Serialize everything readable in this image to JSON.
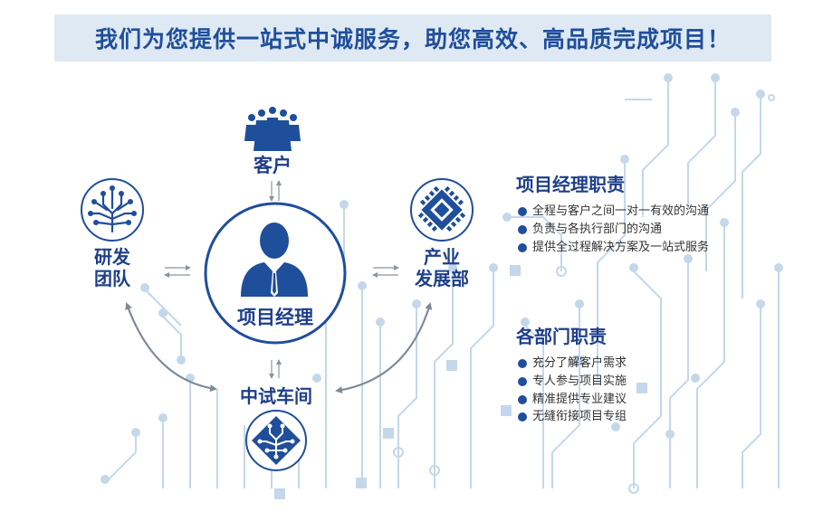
{
  "banner": {
    "title": "我们为您提供一站式中诚服务，助您高效、高品质完成项目！"
  },
  "diagram": {
    "customer_label": "客户",
    "manager_label": "项目经理",
    "rnd_line1": "研发",
    "rnd_line2": "团队",
    "industry_line1": "产业",
    "industry_line2": "发展部",
    "pilot_label": "中试车间"
  },
  "pm_duties": {
    "title": "项目经理职责",
    "items": [
      "全程与客户之间一对一有效的沟通",
      "负责与各执行部门的沟通",
      "提供全过程解决方案及一站式服务"
    ]
  },
  "dept_duties": {
    "title": "各部门职责",
    "items": [
      "充分了解客户需求",
      "专人参与项目实施",
      "精准提供专业建议",
      "无缝衔接项目专组"
    ]
  },
  "colors": {
    "primary": "#1f4e9b",
    "banner_bg": "#dfe9f3",
    "circuit": "#c4d7eb"
  },
  "icons": {
    "customer": "people-group-icon",
    "manager": "businessman-icon",
    "rnd": "circuit-brain-icon",
    "industry": "chip-icon",
    "pilot": "circuit-board-icon"
  }
}
